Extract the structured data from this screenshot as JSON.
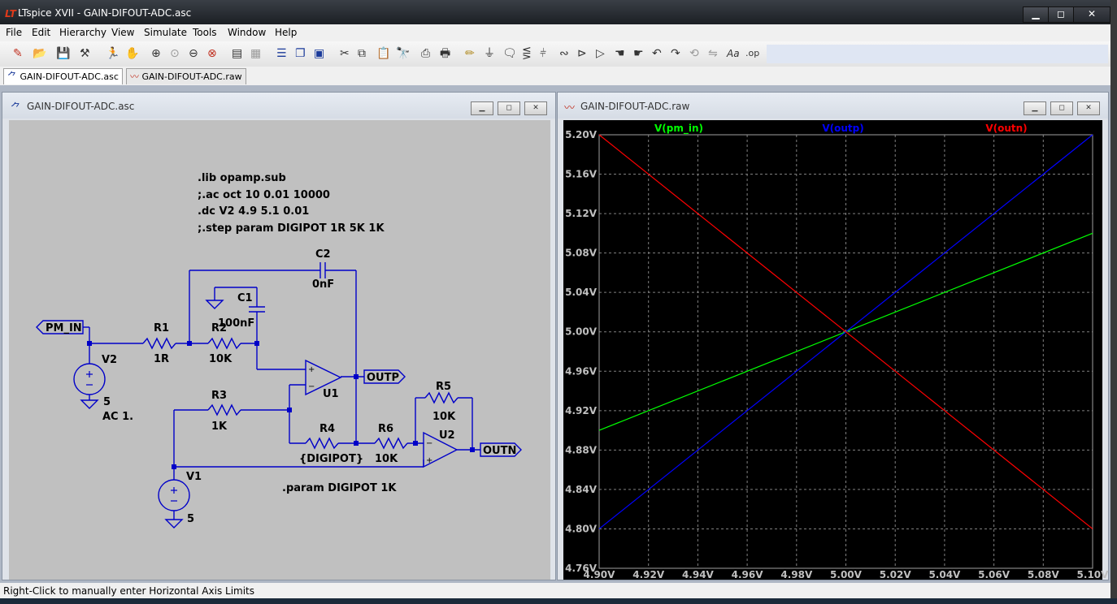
{
  "window": {
    "title": "LTspice XVII - GAIN-DIFOUT-ADC.asc",
    "controls": {
      "minimize": "▁",
      "maximize": "◻",
      "close": "✕"
    }
  },
  "menu": [
    "File",
    "Edit",
    "Hierarchy",
    "View",
    "Simulate",
    "Tools",
    "Window",
    "Help"
  ],
  "toolbar": {
    "icons": [
      "new-schematic-icon",
      "open-icon",
      "save-icon",
      "control-panel-icon",
      "run-icon",
      "halt-icon",
      "zoom-in-icon",
      "zoom-full-icon",
      "zoom-out-icon",
      "cancel-zoom-icon",
      "autorange-icon",
      "grid-icon",
      "tile-icon",
      "cascade-icon",
      "close-all-icon",
      "cut-icon",
      "copy-icon",
      "paste-icon",
      "find-icon",
      "print-setup-icon",
      "print-icon",
      "wire-icon",
      "ground-icon",
      "label-icon",
      "resistor-icon",
      "capacitor-icon",
      "inductor-icon",
      "diode-icon",
      "component-icon",
      "move-icon",
      "drag-icon",
      "undo-icon",
      "redo-icon",
      "rotate-icon",
      "mirror-icon",
      "text-icon",
      "spice-directive-icon"
    ],
    "text_label": "Aa",
    "op_label": ".op"
  },
  "tabs": [
    {
      "label": "GAIN-DIFOUT-ADC.asc",
      "icon": "schematic-icon",
      "active": true
    },
    {
      "label": "GAIN-DIFOUT-ADC.raw",
      "icon": "waveform-icon",
      "active": false
    }
  ],
  "schematic": {
    "title": "GAIN-DIFOUT-ADC.asc",
    "directives": [
      ".lib opamp.sub",
      ";.ac oct 10 0.01 10000",
      ".dc V2 4.9 5.1 0.01",
      ";.step param DIGIPOT 1R 5K 1K"
    ],
    "param_directive": ".param DIGIPOT 1K",
    "components": {
      "R1": {
        "name": "R1",
        "value": "1R"
      },
      "R2": {
        "name": "R2",
        "value": "10K"
      },
      "R3": {
        "name": "R3",
        "value": "1K"
      },
      "R4": {
        "name": "R4",
        "value": "{DIGIPOT}"
      },
      "R5": {
        "name": "R5",
        "value": "10K"
      },
      "R6": {
        "name": "R6",
        "value": "10K"
      },
      "C1": {
        "name": "C1",
        "value": "100nF"
      },
      "C2": {
        "name": "C2",
        "value": "0nF"
      },
      "V1": {
        "name": "V1",
        "value": "5"
      },
      "V2": {
        "name": "V2",
        "value": "5",
        "ac": "AC 1."
      },
      "U1": {
        "name": "U1"
      },
      "U2": {
        "name": "U2"
      }
    },
    "net_labels": {
      "in": "PM_IN",
      "outp": "OUTP",
      "outn": "OUTN"
    },
    "opamp_plus": "+",
    "opamp_minus": "−"
  },
  "waveform": {
    "title": "GAIN-DIFOUT-ADC.raw",
    "colors": {
      "background": "#000000",
      "grid": "#808080",
      "pm_in": "#00ff00",
      "outp": "#0000ff",
      "outn": "#ff0000",
      "axis_text": "#c0c0c0"
    }
  },
  "chart_data": {
    "type": "line",
    "x": [
      4.9,
      5.1
    ],
    "xlim": [
      4.9,
      5.1
    ],
    "ylim": [
      4.76,
      5.2
    ],
    "x_ticks": [
      "4.90V",
      "4.92V",
      "4.94V",
      "4.96V",
      "4.98V",
      "5.00V",
      "5.02V",
      "5.04V",
      "5.06V",
      "5.08V",
      "5.10V"
    ],
    "y_ticks": [
      "5.20V",
      "5.16V",
      "5.12V",
      "5.08V",
      "5.04V",
      "5.00V",
      "4.96V",
      "4.92V",
      "4.88V",
      "4.84V",
      "4.80V",
      "4.76V"
    ],
    "grid": true,
    "series": [
      {
        "name": "V(pm_in)",
        "color": "#00ff00",
        "values": [
          4.9,
          5.1
        ]
      },
      {
        "name": "V(outp)",
        "color": "#0000ff",
        "values": [
          4.8,
          5.2
        ]
      },
      {
        "name": "V(outn)",
        "color": "#ff0000",
        "values": [
          5.2,
          4.8
        ]
      }
    ]
  },
  "status": "Right-Click to manually enter Horizontal Axis Limits"
}
